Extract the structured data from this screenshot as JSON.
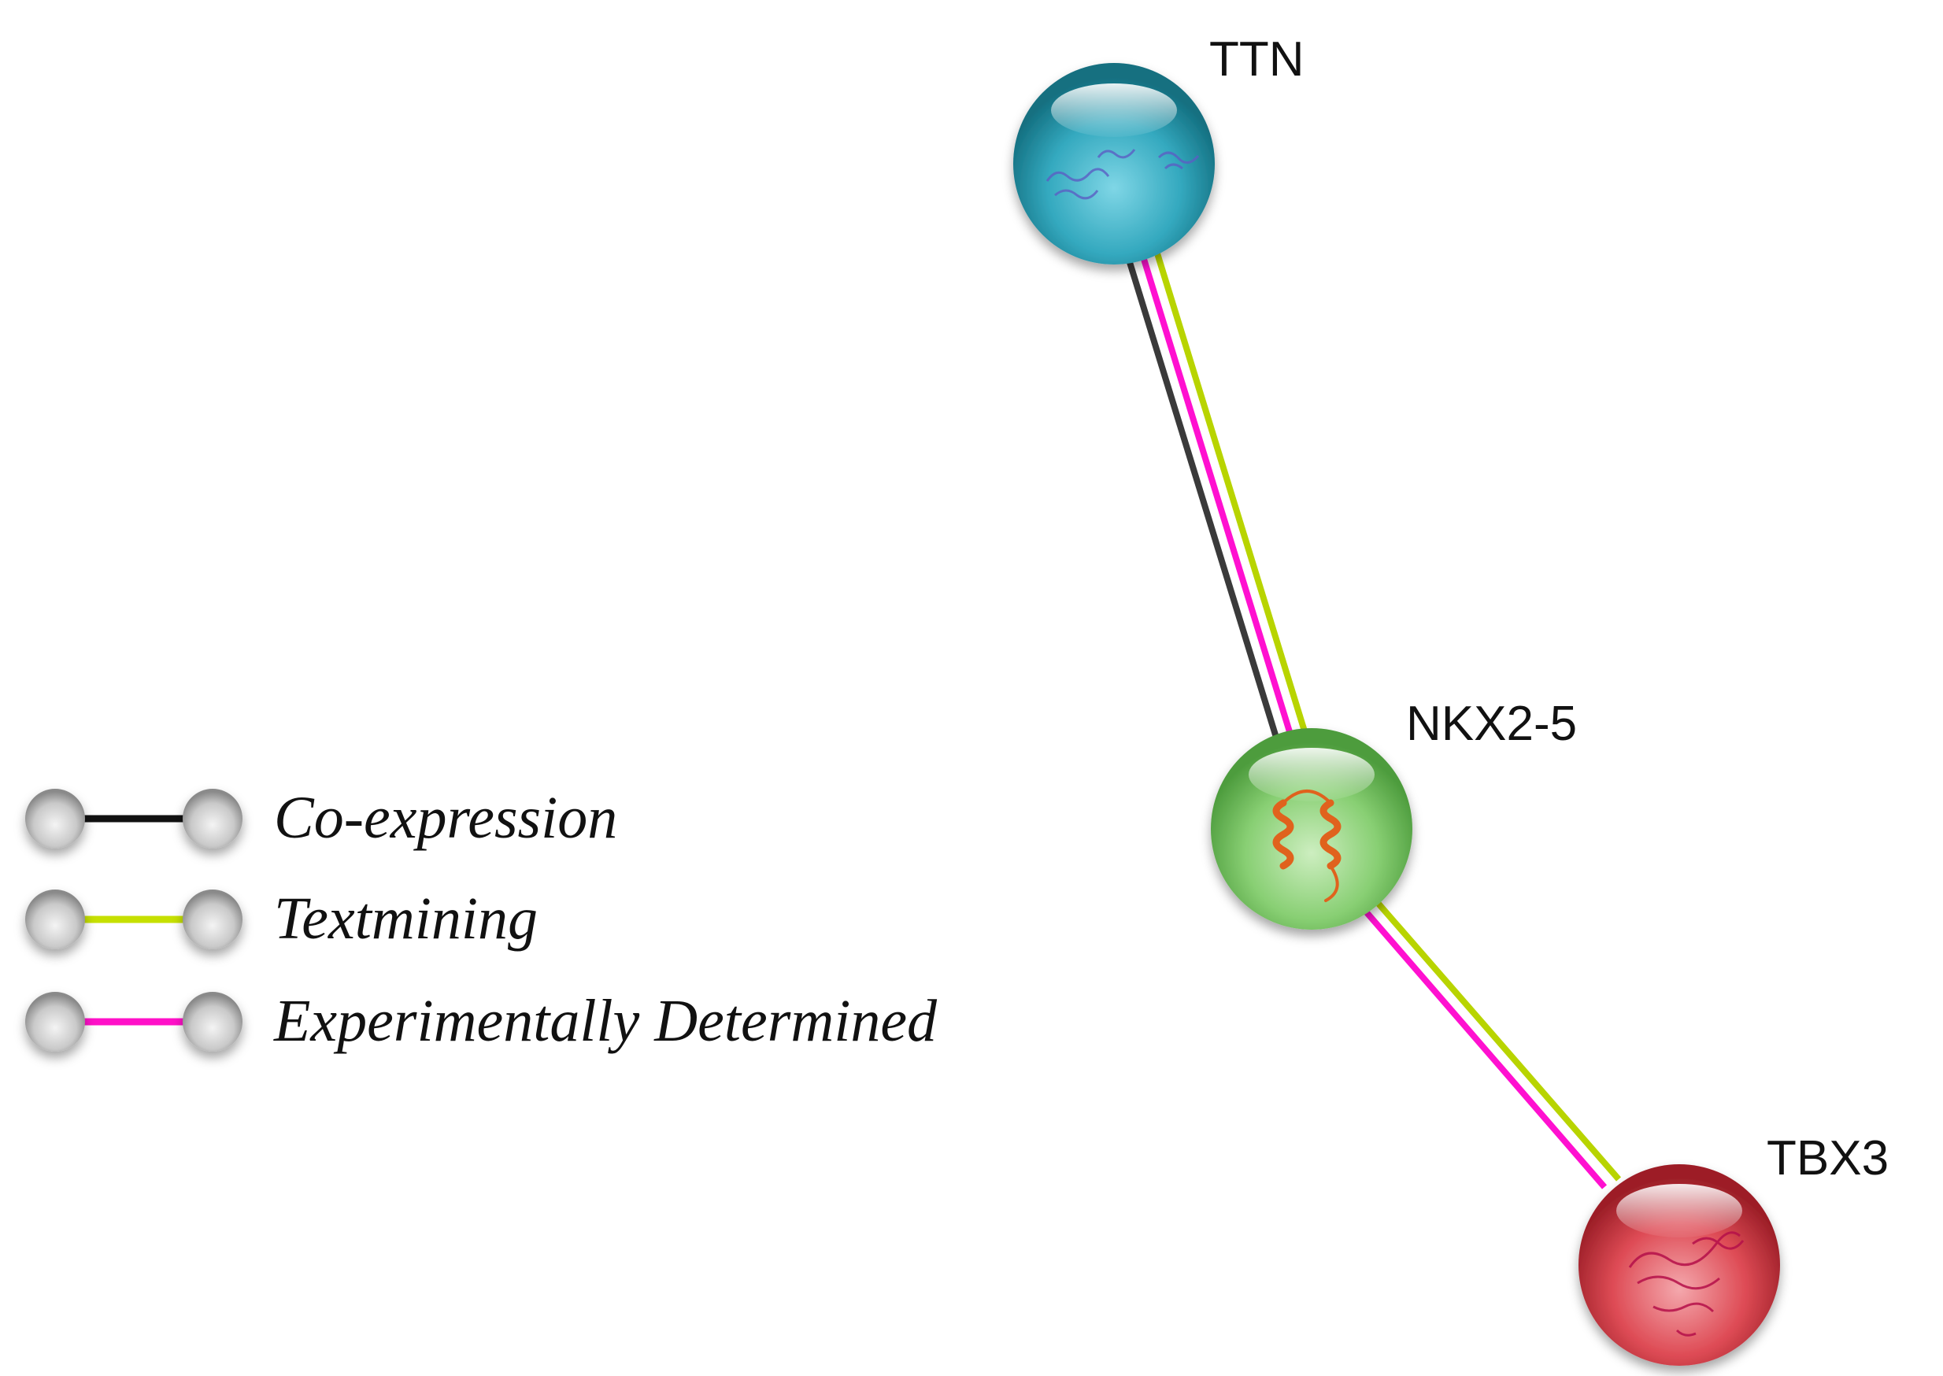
{
  "nodes": {
    "ttn": {
      "label": "TTN",
      "color": "#2a9bb0"
    },
    "nkx": {
      "label": "NKX2-5",
      "color": "#7cc86a"
    },
    "tbx": {
      "label": "TBX3",
      "color": "#d8434c"
    }
  },
  "edge_colors": {
    "coexpression": "#3a3a3a",
    "textmining": "#b8d400",
    "experimental": "#ff10d0"
  },
  "edges": [
    {
      "from": "TTN",
      "to": "NKX2-5",
      "types": [
        "coexpression",
        "experimental",
        "textmining"
      ]
    },
    {
      "from": "NKX2-5",
      "to": "TBX3",
      "types": [
        "experimental",
        "textmining"
      ]
    }
  ],
  "legend": {
    "items": [
      {
        "label": "Co-expression",
        "color": "#111111"
      },
      {
        "label": "Textmining",
        "color": "#c6e000"
      },
      {
        "label": "Experimentally Determined",
        "color": "#ff10c8"
      }
    ]
  }
}
